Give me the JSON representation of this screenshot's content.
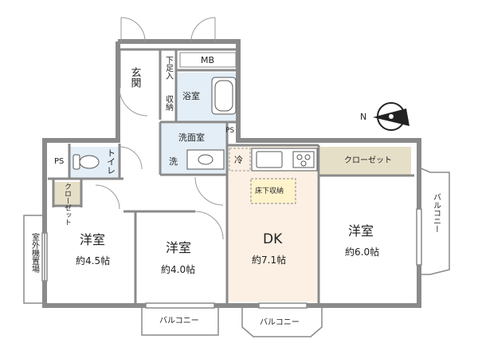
{
  "compass": {
    "north": "N"
  },
  "rooms": {
    "genkan": "玄関",
    "getabako": "下足入",
    "shuno": "収納",
    "bath": "浴室",
    "washroom": "洗面室",
    "washer": "洗",
    "ps_small": "PS",
    "ps_toilet": "PS",
    "toilet": "トイレ",
    "mb": "MB",
    "closet_small": "クローゼット",
    "fridge": "冷",
    "underfloor": "床下収納",
    "closet_large": "クローゼット",
    "dk": {
      "name": "DK",
      "size": "約7.1帖"
    },
    "room1": {
      "name": "洋室",
      "size": "約4.5帖"
    },
    "room2": {
      "name": "洋室",
      "size": "約4.0帖"
    },
    "room3": {
      "name": "洋室",
      "size": "約6.0帖"
    },
    "outdoor_unit": "室外機置場",
    "balcony_right": "バルコニー",
    "balcony_bottom_left": "バルコニー",
    "balcony_bottom_mid": "バルコニー"
  },
  "colors": {
    "wall": "#8a8a8a",
    "dk_floor": "#fbf0e3",
    "wet_area": "#e3eef7",
    "closet": "#e6dfc8",
    "underfloor": "#fff3cc"
  }
}
